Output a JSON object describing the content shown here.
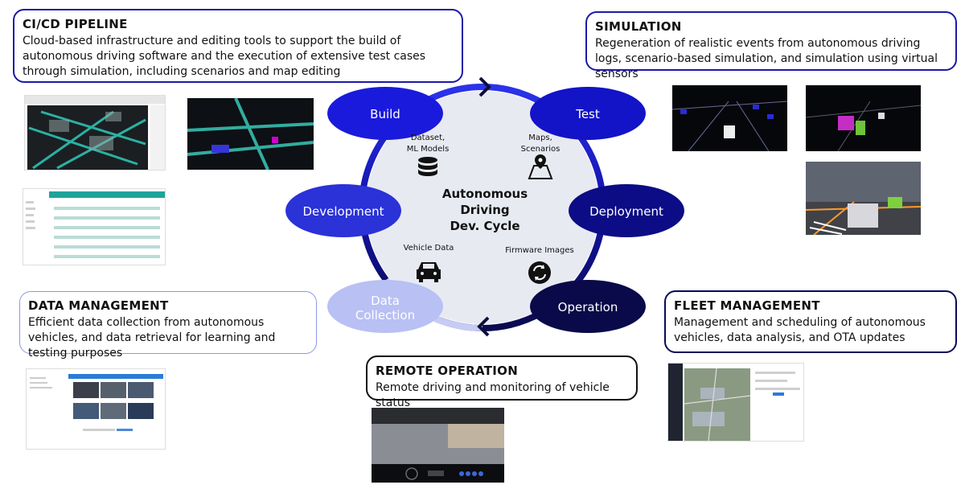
{
  "callouts": {
    "cicd": {
      "title": "CI/CD PIPELINE",
      "text": "Cloud-based infrastructure and editing tools to support the build of autonomous driving software and the execution of extensive test cases through simulation, including scenarios and map editing"
    },
    "simulation": {
      "title": "SIMULATION",
      "text": "Regeneration of realistic events from autonomous driving logs, scenario-based simulation, and simulation using virtual sensors"
    },
    "data_management": {
      "title": "DATA MANAGEMENT",
      "text": "Efficient data collection from autonomous vehicles, and data retrieval for learning and testing purposes"
    },
    "fleet_management": {
      "title": "FLEET MANAGEMENT",
      "text": "Management and scheduling of autonomous vehicles, data analysis, and OTA updates"
    },
    "remote_operation": {
      "title": "REMOTE OPERATION",
      "text": "Remote driving and monitoring of vehicle status"
    }
  },
  "cycle": {
    "center_line1": "Autonomous",
    "center_line2": "Driving",
    "center_line3": "Dev. Cycle",
    "stages": {
      "build": "Build",
      "test": "Test",
      "deployment": "Deployment",
      "operation": "Operation",
      "data_collection_1": "Data",
      "data_collection_2": "Collection",
      "development": "Development"
    },
    "artifacts": {
      "dataset_1": "Dataset,",
      "dataset_2": "ML Models",
      "maps_1": "Maps,",
      "maps_2": "Scenarios",
      "vehicle_data": "Vehicle Data",
      "firmware": "Firmware Images"
    },
    "colors": {
      "build": "#1a1adc",
      "test": "#1313c8",
      "deployment": "#0c0c86",
      "operation": "#0a0a4a",
      "data_collection": "#b8c0f4",
      "development": "#2a32d8",
      "disc": "#e8eaf2"
    }
  },
  "icons": [
    "database-icon",
    "map-pin-icon",
    "car-icon",
    "refresh-icon",
    "arrow-right-icon",
    "arrow-left-icon"
  ]
}
